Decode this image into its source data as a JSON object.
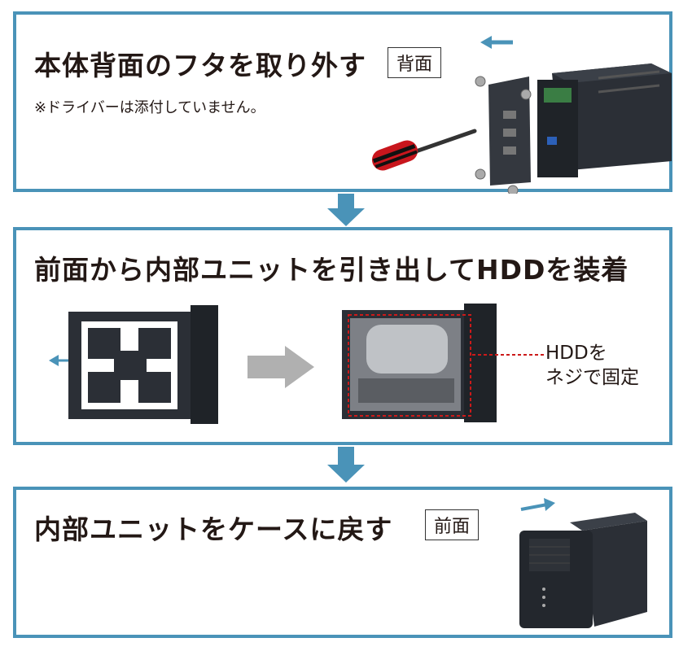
{
  "steps": [
    {
      "title": "本体背面のフタを取り外す",
      "tag": "背面",
      "note": "※ドライバーは添付していません。"
    },
    {
      "title": "前面から内部ユニットを引き出してHDDを装着",
      "callout_line1": "HDDを",
      "callout_line2": "ネジで固定"
    },
    {
      "title": "内部ユニットをケースに戻す",
      "tag": "前面"
    }
  ],
  "colors": {
    "frame": "#4a93b8",
    "arrow": "#4a93b8",
    "marker": "#cc1a1a"
  },
  "icons": [
    "screwdriver-icon",
    "screw-icon",
    "back-panel-icon",
    "enclosure-icon",
    "tray-icon",
    "hdd-icon",
    "arrow-right-icon"
  ]
}
